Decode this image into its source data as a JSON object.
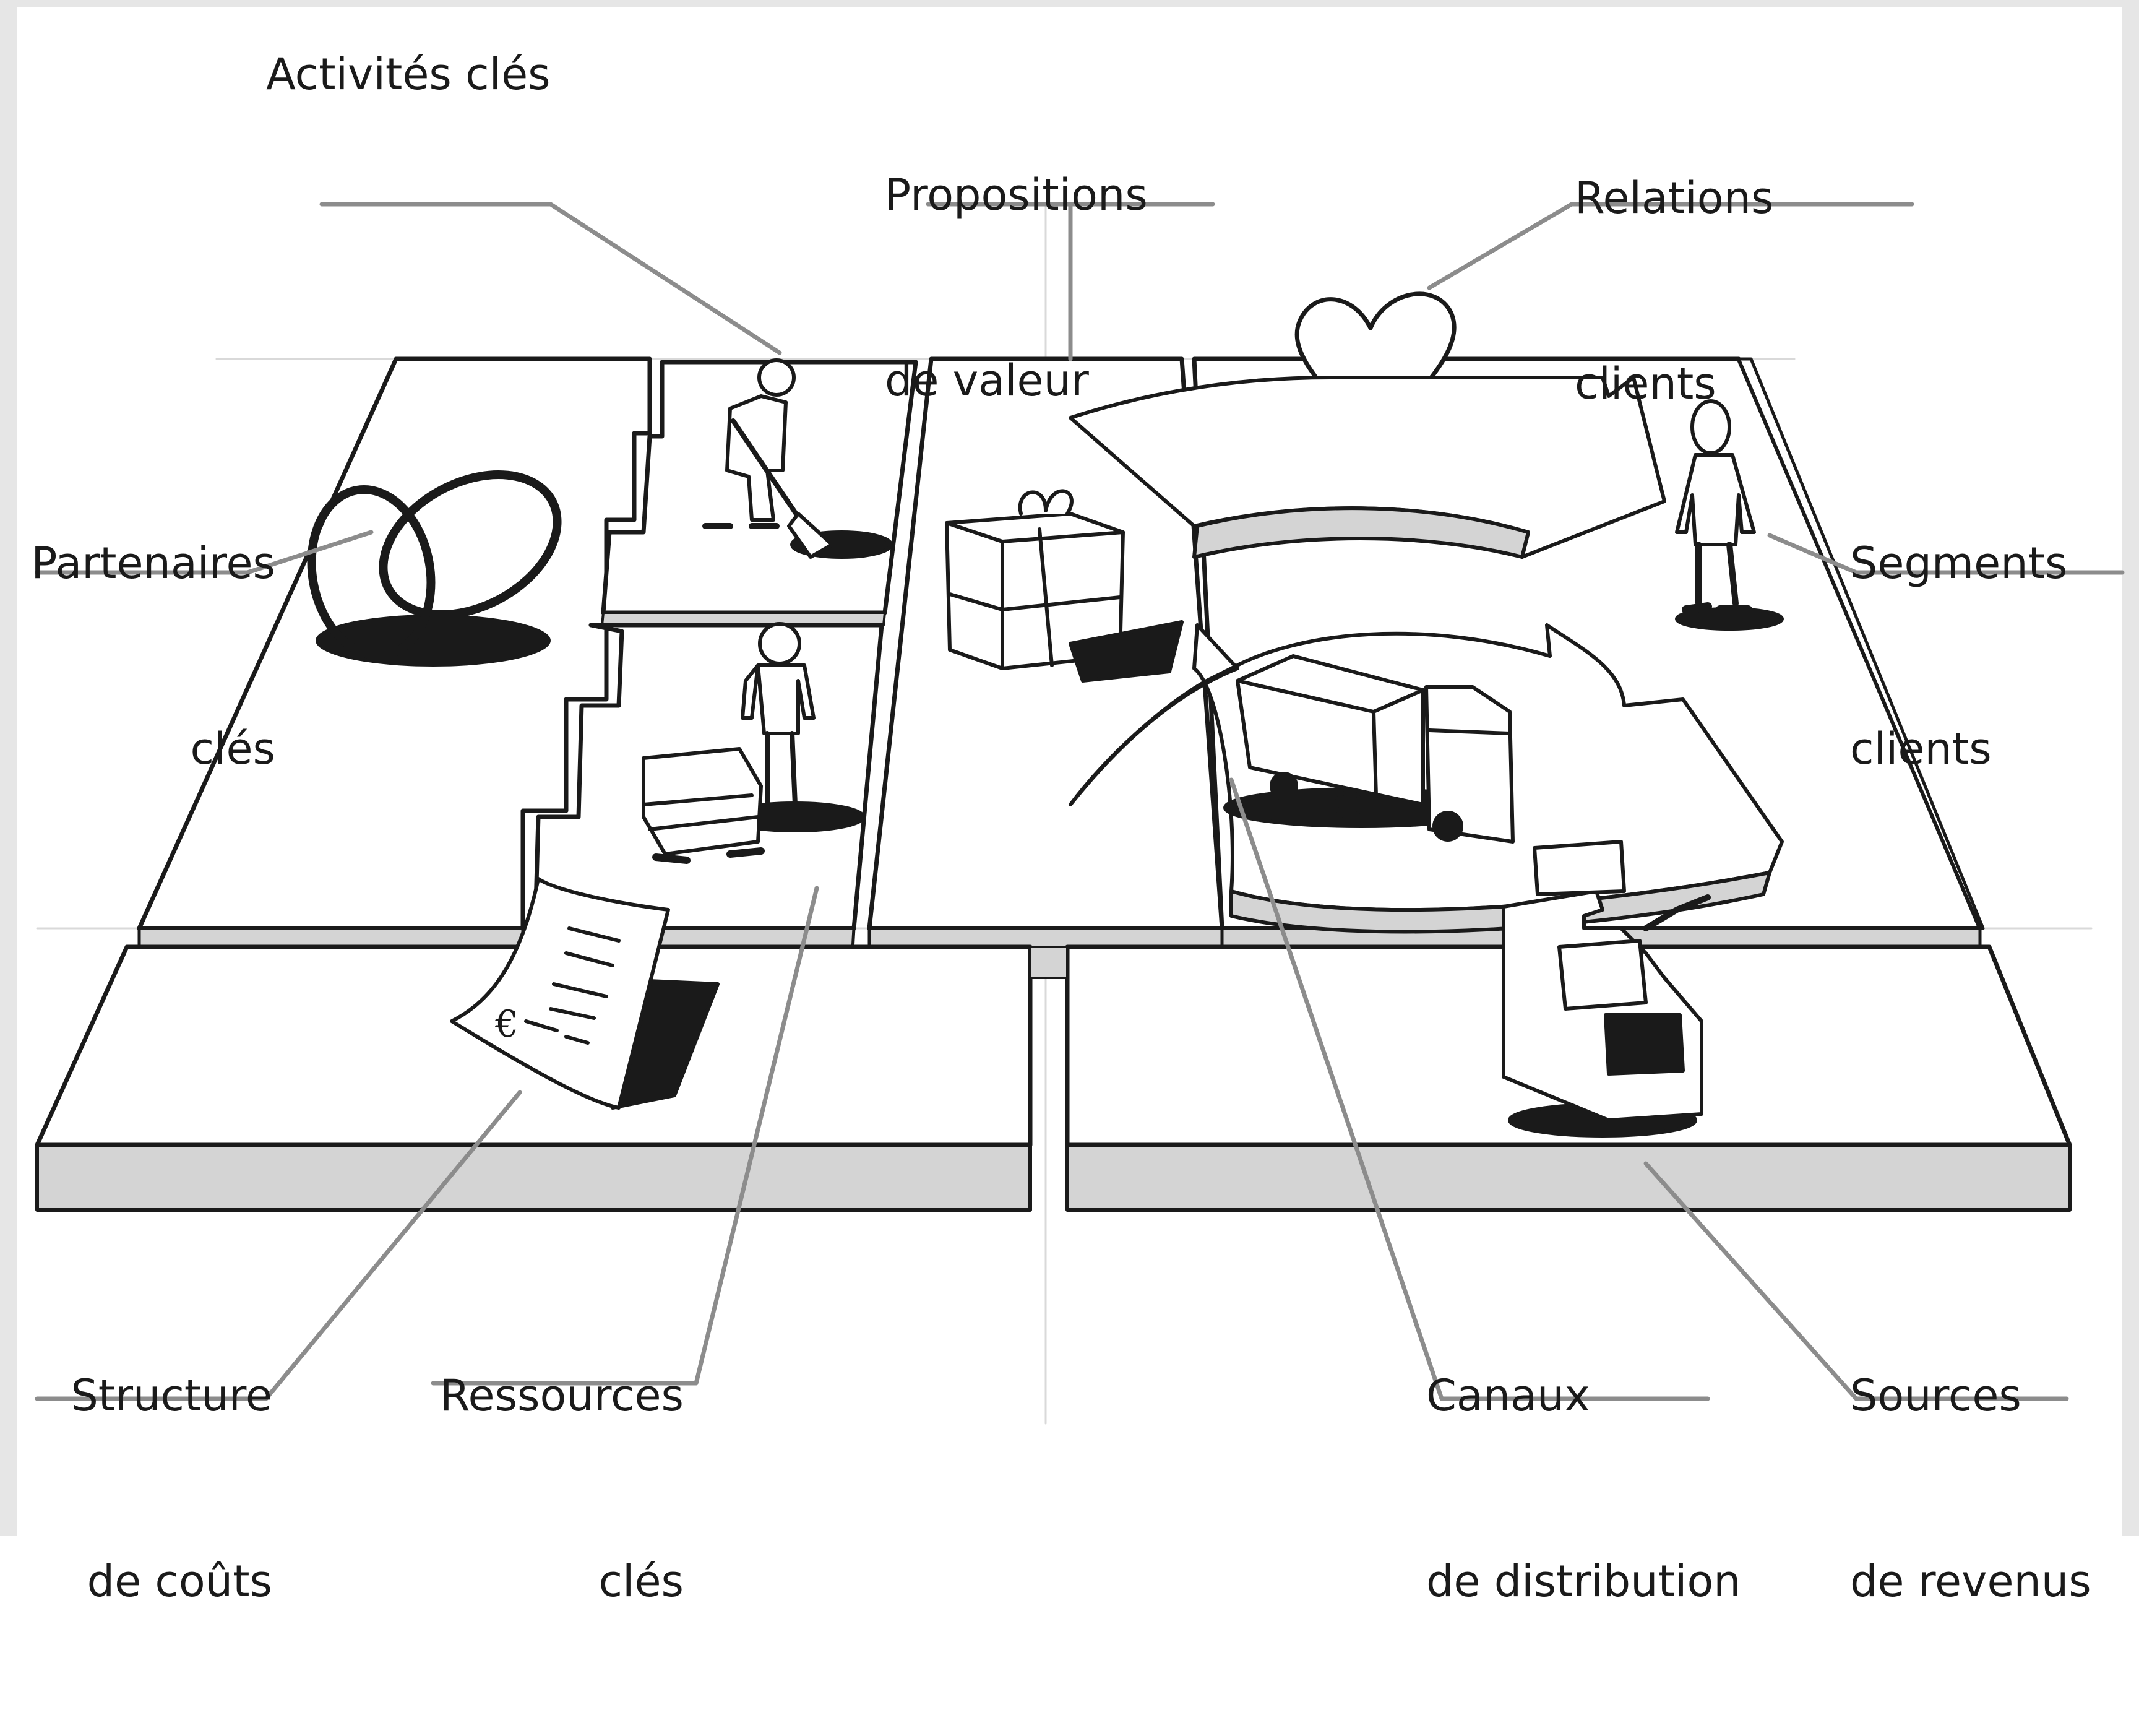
{
  "labels": {
    "activites_cles": "Activités clés",
    "propositions_valeur_1": "Propositions",
    "propositions_valeur_2": "de valeur",
    "relations_clients_1": "Relations",
    "relations_clients_2": "clients",
    "partenaires_cles_1": "Partenaires",
    "partenaires_cles_2": "clés",
    "segments_clients_1": "Segments",
    "segments_clients_2": "clients",
    "structure_couts_1": "Structure",
    "structure_couts_2": "de coûts",
    "ressources_cles_1": "Ressources",
    "ressources_cles_2": "clés",
    "canaux_distribution_1": "Canaux",
    "canaux_distribution_2": "de distribution",
    "sources_revenus_1": "Sources",
    "sources_revenus_2": "de revenus"
  },
  "icons": [
    "rings-icon",
    "digging-person-icon",
    "worker-with-cart-icon",
    "gift-on-cart-icon",
    "heart-icon",
    "arrow-loop-icon",
    "truck-icon",
    "customer-person-icon",
    "document-icon",
    "cash-register-icon"
  ],
  "colors": {
    "stroke": "#1a1a1a",
    "leader": "#8c8c8c",
    "slab_side": "#d4d4d4",
    "background": "#ffffff"
  }
}
